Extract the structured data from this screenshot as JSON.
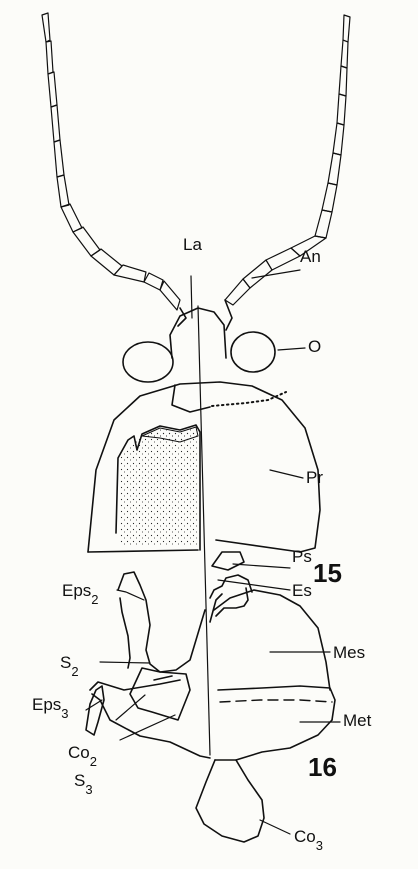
{
  "labels": {
    "la": "La",
    "an": "An",
    "o": "O",
    "pr": "Pr",
    "ps": "Ps",
    "es": "Es",
    "eps2_base": "Eps",
    "eps2_sub": "2",
    "s2_base": "S",
    "s2_sub": "2",
    "mes": "Mes",
    "eps3_base": "Eps",
    "eps3_sub": "3",
    "met": "Met",
    "co2_base": "Co",
    "co2_sub": "2",
    "s3_base": "S",
    "s3_sub": "3",
    "co3_base": "Co",
    "co3_sub": "3"
  },
  "figures": {
    "fig15": "15",
    "fig16": "16"
  }
}
